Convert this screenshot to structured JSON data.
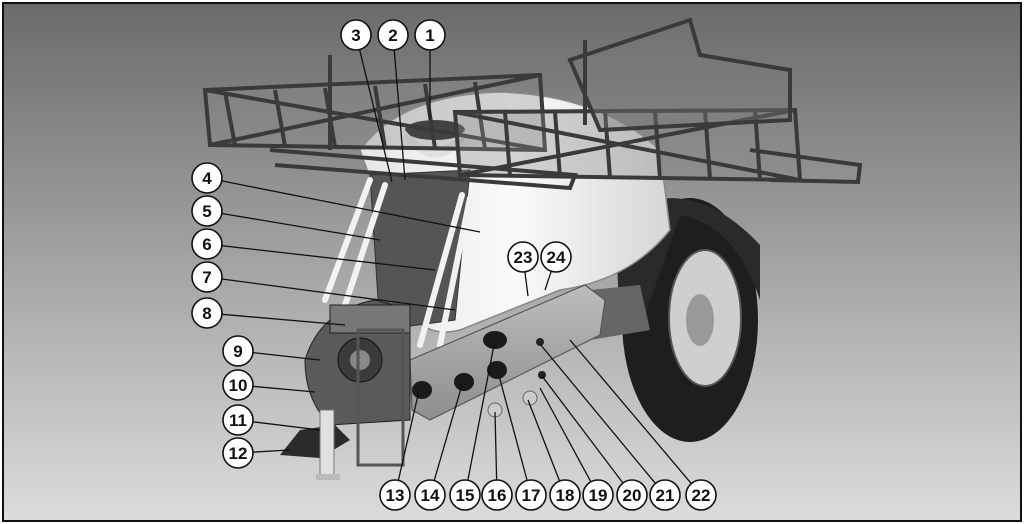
{
  "callouts": [
    {
      "number": "1"
    },
    {
      "number": "2"
    },
    {
      "number": "3"
    },
    {
      "number": "4"
    },
    {
      "number": "5"
    },
    {
      "number": "6"
    },
    {
      "number": "7"
    },
    {
      "number": "8"
    },
    {
      "number": "9"
    },
    {
      "number": "10"
    },
    {
      "number": "11"
    },
    {
      "number": "12"
    },
    {
      "number": "13"
    },
    {
      "number": "14"
    },
    {
      "number": "15"
    },
    {
      "number": "16"
    },
    {
      "number": "17"
    },
    {
      "number": "18"
    },
    {
      "number": "19"
    },
    {
      "number": "20"
    },
    {
      "number": "21"
    },
    {
      "number": "22"
    },
    {
      "number": "23"
    },
    {
      "number": "24"
    }
  ],
  "colors": {
    "background_top": "#6b6b6b",
    "background_bottom": "#d9d9d9",
    "tank": "#f2f2f2",
    "frame": "#4a4a4a",
    "tyre": "#1e1e1e",
    "line": "#111111"
  }
}
